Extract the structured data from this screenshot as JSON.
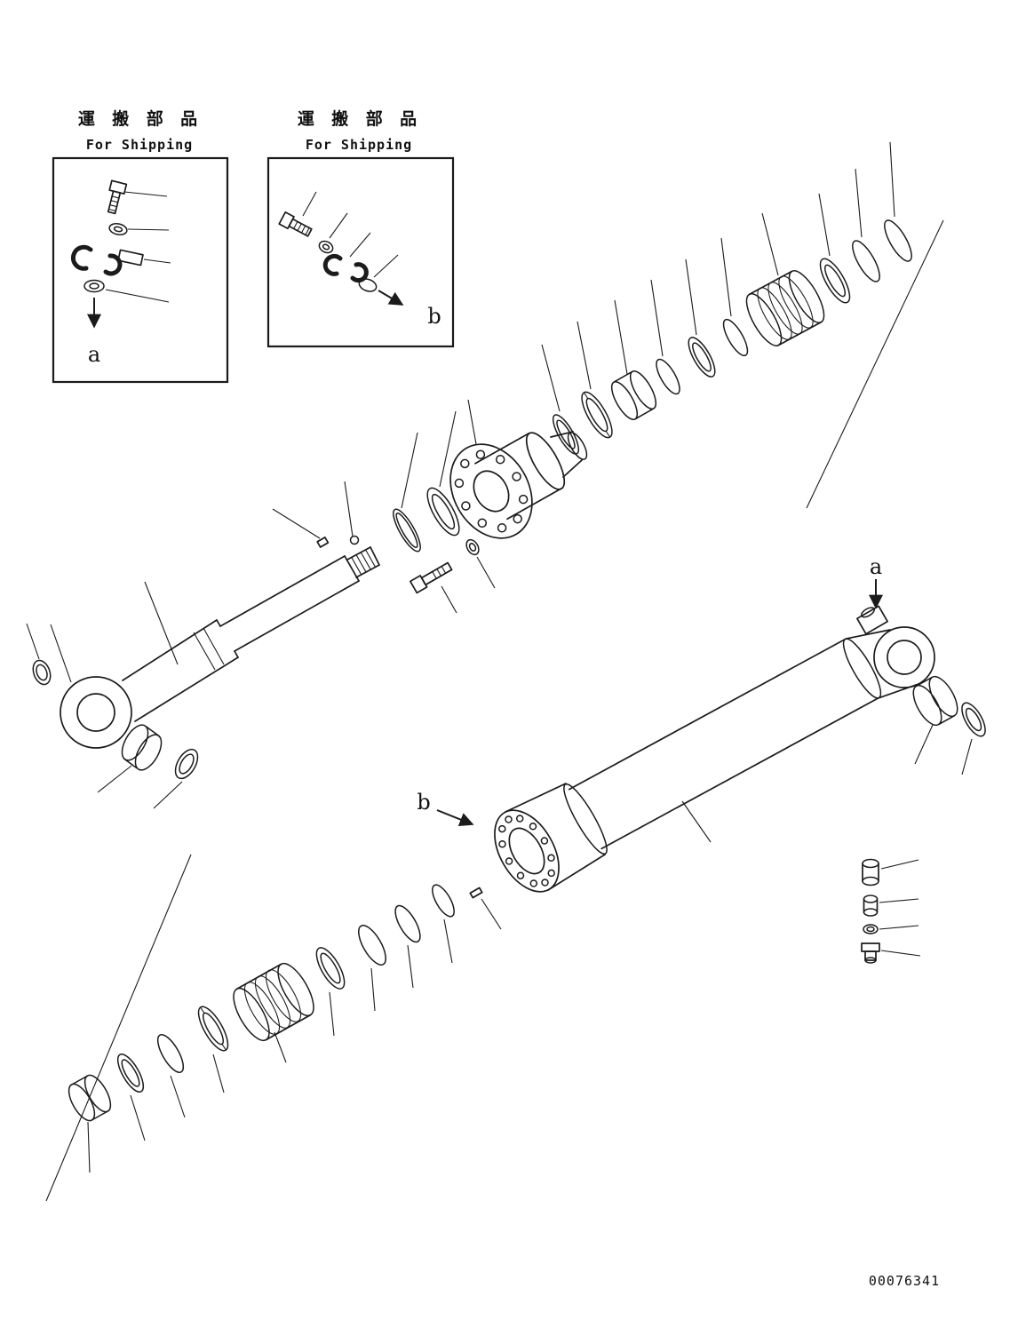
{
  "colors": {
    "background": "#ffffff",
    "line": "#1b1b1b"
  },
  "shipping_box_a": {
    "title_jp": "運 搬 部 品",
    "title_en": "For Shipping",
    "callout_label": "a"
  },
  "shipping_box_b": {
    "title_jp": "運 搬 部 品",
    "title_en": "For Shipping",
    "callout_label": "b"
  },
  "callout_a": "a",
  "callout_b": "b",
  "drawing_number": "00076341"
}
